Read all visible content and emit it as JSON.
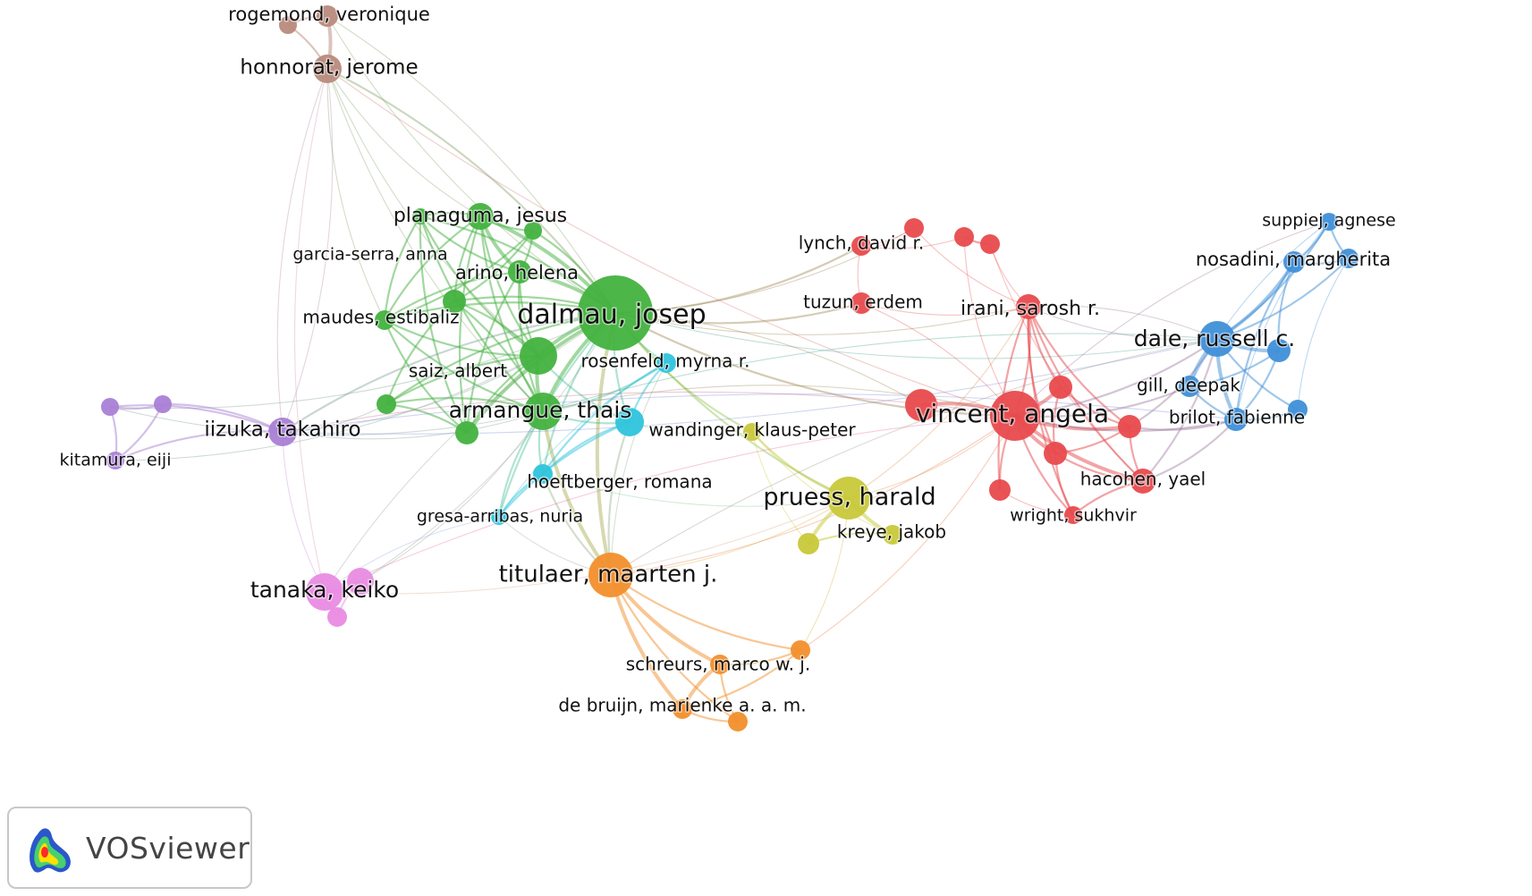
{
  "logo": {
    "text": "VOSviewer"
  },
  "clusters": {
    "green": "#43b23f",
    "red": "#e84a4d",
    "blue": "#3f8fd8",
    "yellow": "#c8c83a",
    "orange": "#f28f2c",
    "cyan": "#2ec4dc",
    "purple": "#a97fd6",
    "brown": "#b88a7c",
    "pink": "#e98be3"
  },
  "nodes": [
    {
      "id": "dalmau",
      "label": "dalmau, josep",
      "cluster": "green",
      "weight": 10
    },
    {
      "id": "planaguma",
      "label": "planaguma, jesus",
      "cluster": "green",
      "weight": 3
    },
    {
      "id": "garcia",
      "label": "garcia-serra, anna",
      "cluster": "green",
      "weight": 2
    },
    {
      "id": "arino",
      "label": "arino, helena",
      "cluster": "green",
      "weight": 3
    },
    {
      "id": "maudes",
      "label": "maudes, estibaliz",
      "cluster": "green",
      "weight": 2
    },
    {
      "id": "saiz",
      "label": "saiz, albert",
      "cluster": "green",
      "weight": 4
    },
    {
      "id": "armangue",
      "label": "armangue, thais",
      "cluster": "green",
      "weight": 5
    },
    {
      "id": "g_a",
      "label": "",
      "cluster": "green",
      "weight": 2
    },
    {
      "id": "g_b",
      "label": "",
      "cluster": "green",
      "weight": 2
    },
    {
      "id": "g_c",
      "label": "",
      "cluster": "green",
      "weight": 3
    },
    {
      "id": "g_d",
      "label": "",
      "cluster": "green",
      "weight": 2
    },
    {
      "id": "rosenfeld",
      "label": "rosenfeld, myrna r.",
      "cluster": "cyan",
      "weight": 2
    },
    {
      "id": "c_a",
      "label": "",
      "cluster": "cyan",
      "weight": 3
    },
    {
      "id": "hoeftberger",
      "label": "hoeftberger, romana",
      "cluster": "cyan",
      "weight": 2
    },
    {
      "id": "gresa",
      "label": "gresa-arribas, nuria",
      "cluster": "cyan",
      "weight": 1
    },
    {
      "id": "iizuka",
      "label": "iizuka, takahiro",
      "cluster": "purple",
      "weight": 3
    },
    {
      "id": "kitamura",
      "label": "kitamura, eiji",
      "cluster": "purple",
      "weight": 2
    },
    {
      "id": "p_a",
      "label": "",
      "cluster": "purple",
      "weight": 2
    },
    {
      "id": "p_b",
      "label": "",
      "cluster": "purple",
      "weight": 2
    },
    {
      "id": "honnorat",
      "label": "honnorat, jerome",
      "cluster": "brown",
      "weight": 3
    },
    {
      "id": "rogemond",
      "label": "rogemond, veronique",
      "cluster": "brown",
      "weight": 2
    },
    {
      "id": "b_a",
      "label": "",
      "cluster": "brown",
      "weight": 2
    },
    {
      "id": "tanaka",
      "label": "tanaka, keiko",
      "cluster": "pink",
      "weight": 4
    },
    {
      "id": "k_a",
      "label": "",
      "cluster": "pink",
      "weight": 3
    },
    {
      "id": "k_b",
      "label": "",
      "cluster": "pink",
      "weight": 2
    },
    {
      "id": "titulaer",
      "label": "titulaer, maarten j.",
      "cluster": "orange",
      "weight": 6
    },
    {
      "id": "schreurs",
      "label": "schreurs, marco w. j.",
      "cluster": "orange",
      "weight": 2
    },
    {
      "id": "debruijn",
      "label": "de bruijn, marienke a. a. m.",
      "cluster": "orange",
      "weight": 2
    },
    {
      "id": "o_a",
      "label": "",
      "cluster": "orange",
      "weight": 2
    },
    {
      "id": "o_b",
      "label": "",
      "cluster": "orange",
      "weight": 2
    },
    {
      "id": "wandinger",
      "label": "wandinger, klaus-peter",
      "cluster": "yellow",
      "weight": 2
    },
    {
      "id": "pruess",
      "label": "pruess, harald",
      "cluster": "yellow",
      "weight": 6
    },
    {
      "id": "kreye",
      "label": "kreye, jakob",
      "cluster": "yellow",
      "weight": 2
    },
    {
      "id": "y_a",
      "label": "",
      "cluster": "yellow",
      "weight": 2
    },
    {
      "id": "lynch",
      "label": "lynch, david r.",
      "cluster": "red",
      "weight": 2
    },
    {
      "id": "tuzun",
      "label": "tuzun, erdem",
      "cluster": "red",
      "weight": 2
    },
    {
      "id": "irani",
      "label": "irani, sarosh r.",
      "cluster": "red",
      "weight": 3
    },
    {
      "id": "vincent",
      "label": "vincent, angela",
      "cluster": "red",
      "weight": 8
    },
    {
      "id": "hacohen",
      "label": "hacohen, yael",
      "cluster": "red",
      "weight": 3
    },
    {
      "id": "wright",
      "label": "wright, sukhvir",
      "cluster": "red",
      "weight": 2
    },
    {
      "id": "r_a",
      "label": "",
      "cluster": "red",
      "weight": 2
    },
    {
      "id": "r_b",
      "label": "",
      "cluster": "red",
      "weight": 2
    },
    {
      "id": "r_c",
      "label": "",
      "cluster": "red",
      "weight": 2
    },
    {
      "id": "r_d",
      "label": "",
      "cluster": "red",
      "weight": 4
    },
    {
      "id": "r_e",
      "label": "",
      "cluster": "red",
      "weight": 3
    },
    {
      "id": "r_f",
      "label": "",
      "cluster": "red",
      "weight": 3
    },
    {
      "id": "r_g",
      "label": "",
      "cluster": "red",
      "weight": 3
    },
    {
      "id": "r_h",
      "label": "",
      "cluster": "red",
      "weight": 2
    },
    {
      "id": "suppiej",
      "label": "suppiej, agnese",
      "cluster": "blue",
      "weight": 2
    },
    {
      "id": "nosadini",
      "label": "nosadini, margherita",
      "cluster": "blue",
      "weight": 2
    },
    {
      "id": "dale",
      "label": "dale, russell c.",
      "cluster": "blue",
      "weight": 5
    },
    {
      "id": "gill",
      "label": "gill, deepak",
      "cluster": "blue",
      "weight": 2
    },
    {
      "id": "brilot",
      "label": "brilot, fabienne",
      "cluster": "blue",
      "weight": 3
    },
    {
      "id": "bl_a",
      "label": "",
      "cluster": "blue",
      "weight": 2
    },
    {
      "id": "bl_b",
      "label": "",
      "cluster": "blue",
      "weight": 3
    },
    {
      "id": "bl_c",
      "label": "",
      "cluster": "blue",
      "weight": 2
    }
  ],
  "links": [
    [
      "dalmau",
      "planaguma",
      3
    ],
    [
      "dalmau",
      "garcia",
      2
    ],
    [
      "dalmau",
      "arino",
      3
    ],
    [
      "dalmau",
      "maudes",
      2
    ],
    [
      "dalmau",
      "saiz",
      3
    ],
    [
      "dalmau",
      "armangue",
      3
    ],
    [
      "dalmau",
      "g_a",
      2
    ],
    [
      "dalmau",
      "g_b",
      2
    ],
    [
      "dalmau",
      "g_c",
      3
    ],
    [
      "dalmau",
      "g_d",
      2
    ],
    [
      "dalmau",
      "rosenfeld",
      2
    ],
    [
      "dalmau",
      "c_a",
      2
    ],
    [
      "dalmau",
      "hoeftberger",
      2
    ],
    [
      "dalmau",
      "gresa",
      2
    ],
    [
      "dalmau",
      "titulaer",
      3
    ],
    [
      "dalmau",
      "iizuka",
      2
    ],
    [
      "dalmau",
      "honnorat",
      2
    ],
    [
      "dalmau",
      "rogemond",
      1
    ],
    [
      "dalmau",
      "wandinger",
      2
    ],
    [
      "dalmau",
      "pruess",
      2
    ],
    [
      "dalmau",
      "vincent",
      2
    ],
    [
      "dalmau",
      "lynch",
      2
    ],
    [
      "dalmau",
      "tuzun",
      2
    ],
    [
      "dalmau",
      "irani",
      1
    ],
    [
      "dalmau",
      "dale",
      1
    ],
    [
      "dalmau",
      "tanaka",
      1
    ],
    [
      "dalmau",
      "r_a",
      1
    ],
    [
      "planaguma",
      "arino",
      3
    ],
    [
      "planaguma",
      "garcia",
      2
    ],
    [
      "planaguma",
      "maudes",
      2
    ],
    [
      "planaguma",
      "saiz",
      2
    ],
    [
      "planaguma",
      "armangue",
      2
    ],
    [
      "planaguma",
      "g_b",
      2
    ],
    [
      "planaguma",
      "g_c",
      2
    ],
    [
      "planaguma",
      "g_a",
      2
    ],
    [
      "garcia",
      "arino",
      2
    ],
    [
      "garcia",
      "maudes",
      2
    ],
    [
      "garcia",
      "saiz",
      2
    ],
    [
      "garcia",
      "armangue",
      2
    ],
    [
      "garcia",
      "g_c",
      2
    ],
    [
      "arino",
      "maudes",
      2
    ],
    [
      "arino",
      "saiz",
      2
    ],
    [
      "arino",
      "armangue",
      2
    ],
    [
      "arino",
      "g_c",
      2
    ],
    [
      "arino",
      "g_b",
      2
    ],
    [
      "maudes",
      "saiz",
      2
    ],
    [
      "maudes",
      "armangue",
      2
    ],
    [
      "maudes",
      "g_c",
      2
    ],
    [
      "maudes",
      "g_b",
      2
    ],
    [
      "saiz",
      "armangue",
      3
    ],
    [
      "saiz",
      "g_c",
      2
    ],
    [
      "saiz",
      "g_a",
      2
    ],
    [
      "saiz",
      "g_d",
      2
    ],
    [
      "saiz",
      "c_a",
      2
    ],
    [
      "armangue",
      "g_d",
      2
    ],
    [
      "armangue",
      "g_a",
      2
    ],
    [
      "armangue",
      "c_a",
      2
    ],
    [
      "armangue",
      "hoeftberger",
      2
    ],
    [
      "armangue",
      "titulaer",
      3
    ],
    [
      "armangue",
      "gresa",
      2
    ],
    [
      "armangue",
      "rosenfeld",
      2
    ],
    [
      "g_a",
      "g_b",
      2
    ],
    [
      "g_a",
      "g_d",
      2
    ],
    [
      "g_c",
      "g_d",
      2
    ],
    [
      "rosenfeld",
      "c_a",
      2
    ],
    [
      "rosenfeld",
      "hoeftberger",
      2
    ],
    [
      "rosenfeld",
      "gresa",
      1
    ],
    [
      "rosenfeld",
      "titulaer",
      1
    ],
    [
      "c_a",
      "hoeftberger",
      2
    ],
    [
      "c_a",
      "gresa",
      2
    ],
    [
      "c_a",
      "titulaer",
      2
    ],
    [
      "c_a",
      "wandinger",
      1
    ],
    [
      "hoeftberger",
      "gresa",
      2
    ],
    [
      "hoeftberger",
      "titulaer",
      2
    ],
    [
      "hoeftberger",
      "pruess",
      1
    ],
    [
      "gresa",
      "titulaer",
      1
    ],
    [
      "gresa",
      "tanaka",
      1
    ],
    [
      "titulaer",
      "schreurs",
      3
    ],
    [
      "titulaer",
      "debruijn",
      3
    ],
    [
      "titulaer",
      "o_a",
      2
    ],
    [
      "titulaer",
      "o_b",
      2
    ],
    [
      "schreurs",
      "debruijn",
      3
    ],
    [
      "schreurs",
      "o_a",
      2
    ],
    [
      "schreurs",
      "o_b",
      2
    ],
    [
      "debruijn",
      "o_a",
      2
    ],
    [
      "debruijn",
      "o_b",
      2
    ],
    [
      "o_b",
      "pruess",
      1
    ],
    [
      "o_b",
      "vincent",
      1
    ],
    [
      "titulaer",
      "vincent",
      1
    ],
    [
      "titulaer",
      "pruess",
      1
    ],
    [
      "wandinger",
      "pruess",
      2
    ],
    [
      "wandinger",
      "kreye",
      1
    ],
    [
      "wandinger",
      "y_a",
      1
    ],
    [
      "pruess",
      "kreye",
      3
    ],
    [
      "pruess",
      "y_a",
      3
    ],
    [
      "kreye",
      "y_a",
      2
    ],
    [
      "pruess",
      "vincent",
      1
    ],
    [
      "pruess",
      "irani",
      1
    ],
    [
      "iizuka",
      "kitamura",
      2
    ],
    [
      "iizuka",
      "p_a",
      2
    ],
    [
      "iizuka",
      "p_b",
      2
    ],
    [
      "kitamura",
      "p_a",
      2
    ],
    [
      "kitamura",
      "p_b",
      2
    ],
    [
      "p_a",
      "p_b",
      2
    ],
    [
      "iizuka",
      "saiz",
      1
    ],
    [
      "iizuka",
      "armangue",
      1
    ],
    [
      "iizuka",
      "g_d",
      1
    ],
    [
      "iizuka",
      "honnorat",
      1
    ],
    [
      "iizuka",
      "tanaka",
      1
    ],
    [
      "kitamura",
      "saiz",
      1
    ],
    [
      "p_a",
      "armangue",
      1
    ],
    [
      "iizuka",
      "dale",
      1
    ],
    [
      "p_a",
      "dalmau",
      1
    ],
    [
      "honnorat",
      "rogemond",
      3
    ],
    [
      "honnorat",
      "b_a",
      2
    ],
    [
      "rogemond",
      "b_a",
      2
    ],
    [
      "honnorat",
      "planaguma",
      1
    ],
    [
      "honnorat",
      "maudes",
      1
    ],
    [
      "honnorat",
      "saiz",
      1
    ],
    [
      "honnorat",
      "armangue",
      1
    ],
    [
      "honnorat",
      "iizuka",
      1
    ],
    [
      "honnorat",
      "tanaka",
      1
    ],
    [
      "honnorat",
      "vincent",
      1
    ],
    [
      "rogemond",
      "dalmau",
      1
    ],
    [
      "tanaka",
      "k_a",
      3
    ],
    [
      "tanaka",
      "k_b",
      2
    ],
    [
      "k_a",
      "k_b",
      2
    ],
    [
      "k_a",
      "dalmau",
      1
    ],
    [
      "k_a",
      "armangue",
      1
    ],
    [
      "tanaka",
      "pruess",
      1
    ],
    [
      "vincent",
      "irani",
      2
    ],
    [
      "vincent",
      "r_d",
      3
    ],
    [
      "vincent",
      "r_e",
      3
    ],
    [
      "vincent",
      "r_f",
      3
    ],
    [
      "vincent",
      "r_g",
      3
    ],
    [
      "vincent",
      "hacohen",
      3
    ],
    [
      "vincent",
      "wright",
      2
    ],
    [
      "vincent",
      "r_h",
      2
    ],
    [
      "vincent",
      "tuzun",
      1
    ],
    [
      "irani",
      "r_e",
      2
    ],
    [
      "irani",
      "r_f",
      2
    ],
    [
      "irani",
      "r_g",
      2
    ],
    [
      "irani",
      "hacohen",
      2
    ],
    [
      "irani",
      "wright",
      2
    ],
    [
      "irani",
      "r_h",
      2
    ],
    [
      "r_e",
      "r_f",
      2
    ],
    [
      "r_e",
      "r_g",
      2
    ],
    [
      "r_f",
      "r_g",
      2
    ],
    [
      "r_f",
      "hacohen",
      2
    ],
    [
      "r_g",
      "hacohen",
      2
    ],
    [
      "r_f",
      "wright",
      2
    ],
    [
      "hacohen",
      "wright",
      2
    ],
    [
      "r_h",
      "wright",
      1
    ],
    [
      "lynch",
      "r_a",
      1
    ],
    [
      "lynch",
      "r_b",
      1
    ],
    [
      "lynch",
      "tuzun",
      1
    ],
    [
      "r_b",
      "r_c",
      2
    ],
    [
      "r_a",
      "irani",
      1
    ],
    [
      "r_b",
      "vincent",
      1
    ],
    [
      "r_c",
      "irani",
      1
    ],
    [
      "r_c",
      "hacohen",
      1
    ],
    [
      "tuzun",
      "irani",
      1
    ],
    [
      "vincent",
      "dale",
      2
    ],
    [
      "vincent",
      "gill",
      2
    ],
    [
      "vincent",
      "brilot",
      2
    ],
    [
      "hacohen",
      "dale",
      2
    ],
    [
      "hacohen",
      "brilot",
      2
    ],
    [
      "r_g",
      "dale",
      2
    ],
    [
      "r_g",
      "brilot",
      2
    ],
    [
      "irani",
      "dale",
      1
    ],
    [
      "r_d",
      "dalmau",
      1
    ],
    [
      "dale",
      "gill",
      3
    ],
    [
      "dale",
      "brilot",
      3
    ],
    [
      "dale",
      "nosadini",
      3
    ],
    [
      "dale",
      "suppiej",
      2
    ],
    [
      "dale",
      "bl_a",
      2
    ],
    [
      "dale",
      "bl_b",
      3
    ],
    [
      "dale",
      "bl_c",
      2
    ],
    [
      "nosadini",
      "suppiej",
      2
    ],
    [
      "nosadini",
      "bl_a",
      2
    ],
    [
      "suppiej",
      "bl_a",
      2
    ],
    [
      "gill",
      "brilot",
      2
    ],
    [
      "gill",
      "bl_b",
      2
    ],
    [
      "brilot",
      "bl_b",
      2
    ],
    [
      "brilot",
      "bl_c",
      2
    ],
    [
      "nosadini",
      "bl_b",
      2
    ],
    [
      "nosadini",
      "brilot",
      2
    ],
    [
      "suppiej",
      "brilot",
      1
    ],
    [
      "suppiej",
      "gill",
      1
    ],
    [
      "bl_a",
      "bl_c",
      1
    ],
    [
      "dale",
      "irani",
      1
    ],
    [
      "dale",
      "titulaer",
      1
    ],
    [
      "dale",
      "armangue",
      1
    ],
    [
      "brilot",
      "iizuka",
      1
    ],
    [
      "vincent",
      "armangue",
      1
    ],
    [
      "vincent",
      "iizuka",
      1
    ],
    [
      "vincent",
      "tanaka",
      1
    ],
    [
      "suppiej",
      "vincent",
      1
    ]
  ]
}
